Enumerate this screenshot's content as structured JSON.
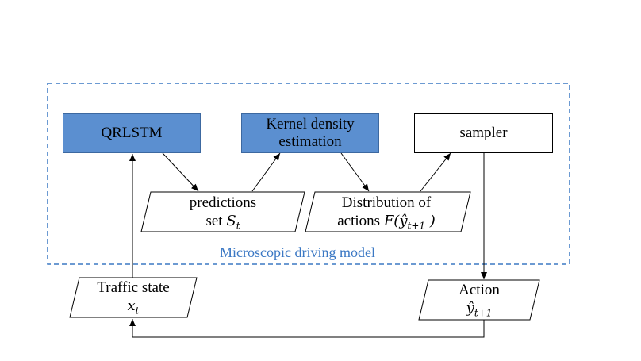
{
  "region": {
    "label": "Microscopic driving model",
    "border_color": "#3b78c4"
  },
  "nodes": {
    "qrlstm": {
      "label": "QRLSTM",
      "fill": "#5b8fd0"
    },
    "kde": {
      "line1": "Kernel density",
      "line2": "estimation",
      "fill": "#5b8fd0"
    },
    "sampler": {
      "label": "sampler"
    },
    "predictions": {
      "line1": "predictions",
      "line2_text": "set ",
      "symbol": "S",
      "sub": "t"
    },
    "distribution": {
      "line1": "Distribution of",
      "line2_text": "actions ",
      "symbol": "F(ŷ",
      "sub": "t+1",
      "close": " )"
    },
    "traffic_state": {
      "line1": "Traffic state",
      "symbol": "x",
      "sub": "t"
    },
    "action": {
      "line1": "Action",
      "symbol": "ŷ",
      "sub": "t+1"
    }
  }
}
